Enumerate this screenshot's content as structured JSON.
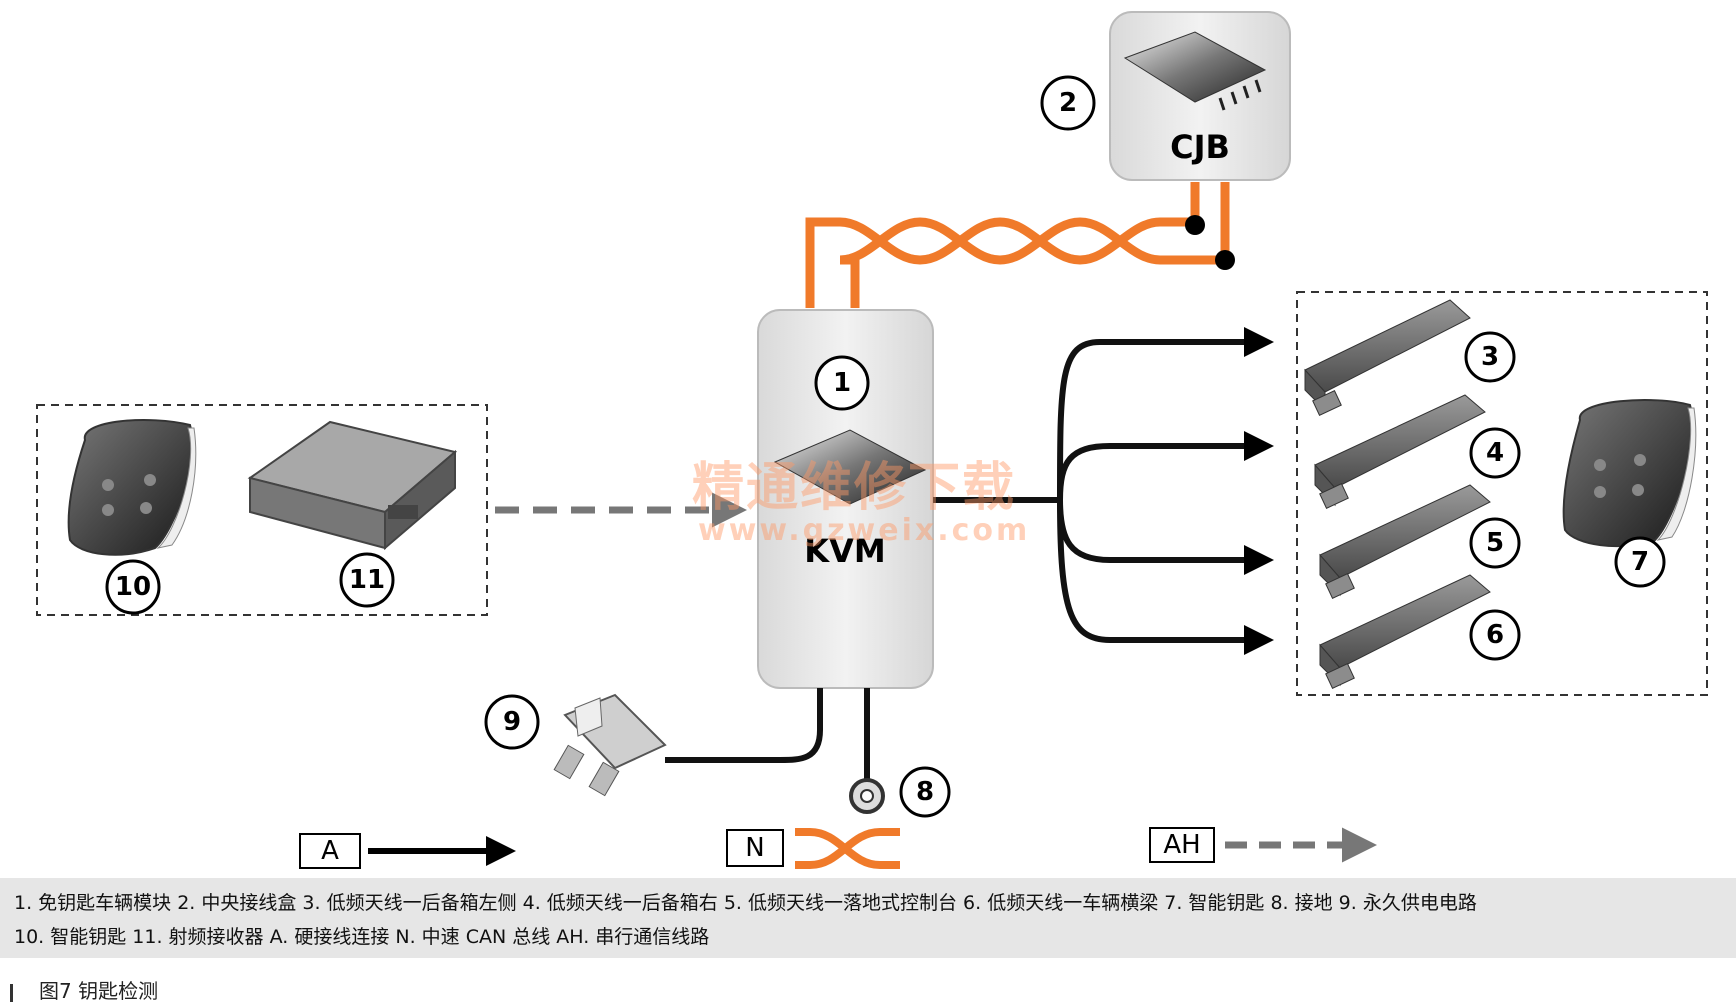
{
  "components": {
    "kvm": {
      "number": "1",
      "label": "KVM"
    },
    "cjb": {
      "number": "2",
      "label": "CJB"
    },
    "antenna_3": {
      "number": "3"
    },
    "antenna_4": {
      "number": "4"
    },
    "antenna_5": {
      "number": "5"
    },
    "antenna_6": {
      "number": "6"
    },
    "smart_key_7": {
      "number": "7"
    },
    "ground_8": {
      "number": "8"
    },
    "fuse_9": {
      "number": "9"
    },
    "smart_key_10": {
      "number": "10"
    },
    "rf_receiver_11": {
      "number": "11"
    }
  },
  "legend": {
    "hardwired": "A",
    "can_bus": "N",
    "serial": "AH"
  },
  "watermark": {
    "cn": "精通维修下载",
    "en": "www.gzweix.com"
  },
  "caption": {
    "line1": "1. 免钥匙车辆模块  2. 中央接线盒  3. 低频天线一后备箱左侧  4. 低频天线一后备箱右  5. 低频天线一落地式控制台  6. 低频天线一车辆横梁  7. 智能钥匙  8. 接地  9. 永久供电电路",
    "line2": "10. 智能钥匙  11. 射频接收器  A. 硬接线连接 N. 中速 CAN 总线  AH. 串行通信线路"
  },
  "figure_title": "图7   钥匙检测"
}
